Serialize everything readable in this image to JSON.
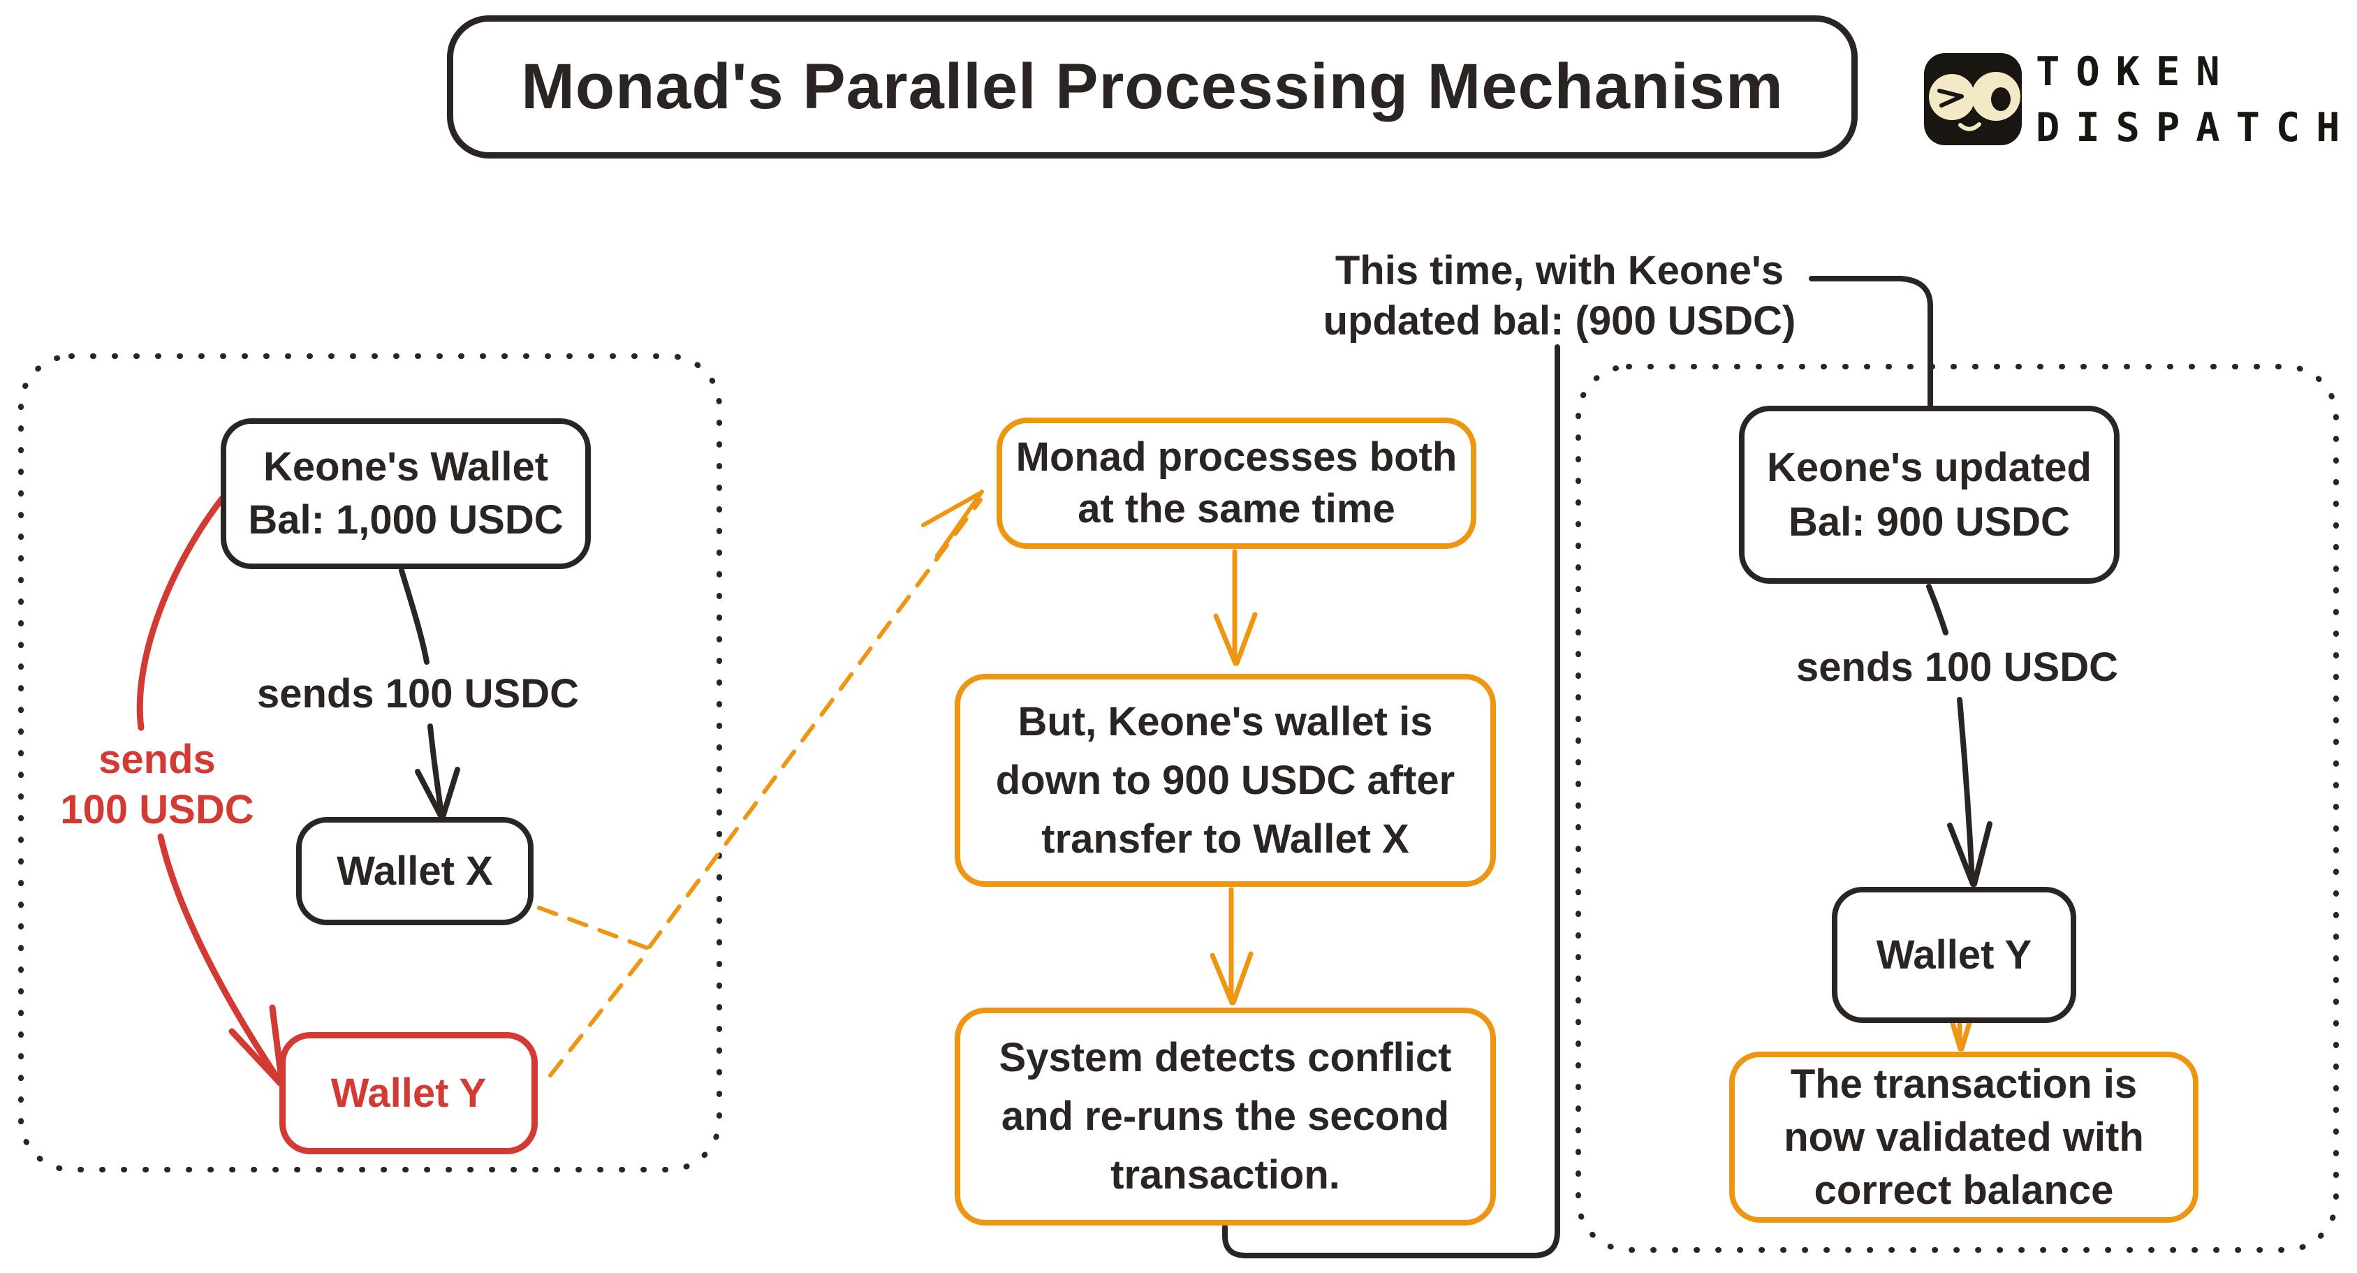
{
  "title": "Monad's Parallel Processing Mechanism",
  "brand": {
    "name_line1": "TOKEN",
    "name_line2": "DISPATCH"
  },
  "colors": {
    "ink": "#2a2522",
    "red": "#d43a34",
    "orange": "#ee9512",
    "cream": "#f4e9c6"
  },
  "top_note": {
    "line1": "This time, with Keone's",
    "line2": "updated bal: (900 USDC)"
  },
  "left_panel": {
    "keone_wallet_box": {
      "line1": "Keone's Wallet",
      "line2": "Bal: 1,000 USDC"
    },
    "sends_x_label": "sends 100 USDC",
    "sends_y_label": {
      "line1": "sends",
      "line2": "100 USDC"
    },
    "wallet_x_label": "Wallet X",
    "wallet_y_label": "Wallet Y"
  },
  "middle_flow": {
    "box1": {
      "line1": "Monad processes both",
      "line2": "at the same time"
    },
    "box2": {
      "line1": "But, Keone's wallet is",
      "line2": "down to 900 USDC after",
      "line3": "transfer to Wallet X"
    },
    "box3": {
      "line1": "System detects conflict",
      "line2": "and re-runs the second",
      "line3": "transaction."
    }
  },
  "right_panel": {
    "updated_wallet_box": {
      "line1": "Keone's updated",
      "line2": "Bal: 900 USDC"
    },
    "sends_label": "sends 100 USDC",
    "wallet_y_label": "Wallet Y",
    "result_box": {
      "line1": "The transaction is",
      "line2": "now validated with",
      "line3": "correct balance"
    }
  }
}
